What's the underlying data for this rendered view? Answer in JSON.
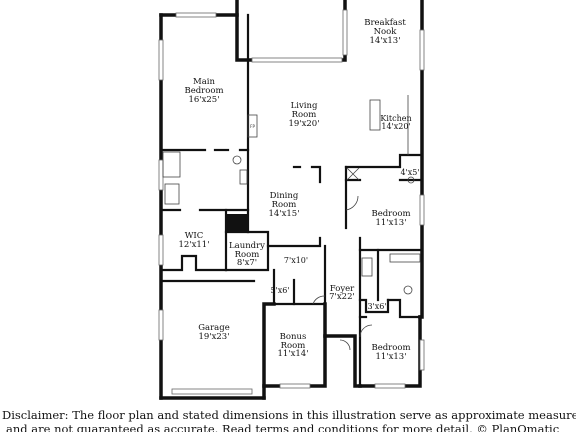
{
  "rooms": {
    "breakfast_nook": {
      "name_1": "Breakfast",
      "name_2": "Nook",
      "dim": "14'x13'"
    },
    "main_bedroom": {
      "name_1": "Main",
      "name_2": "Bedroom",
      "dim": "16'x25'"
    },
    "living_room": {
      "name_1": "Living",
      "name_2": "Room",
      "dim": "19'x20'"
    },
    "kitchen": {
      "name": "Kitchen",
      "dim": "14'x20'"
    },
    "dining_room": {
      "name_1": "Dining",
      "name_2": "Room",
      "dim": "14'x15'"
    },
    "closet_4x5": {
      "dim": "4'x5'"
    },
    "bedroom_2": {
      "name": "Bedroom",
      "dim": "11'x13'"
    },
    "wic": {
      "name": "WIC",
      "dim": "12'x11'"
    },
    "laundry_room": {
      "name_1": "Laundry",
      "name_2": "Room",
      "dim": "8'x7'"
    },
    "hall_7x10": {
      "dim": "7'x10'"
    },
    "closet_5x6": {
      "dim": "5'x6'"
    },
    "foyer": {
      "name": "Foyer",
      "dim": "7'x22'"
    },
    "closet_3x6": {
      "dim": "3'x6'"
    },
    "garage": {
      "name": "Garage",
      "dim": "19'x23'"
    },
    "bonus_room": {
      "name_1": "Bonus",
      "name_2": "Room",
      "dim": "11'x14'"
    },
    "bedroom_3": {
      "name": "Bedroom",
      "dim": "11'x13'"
    }
  },
  "fixtures": {
    "fireplace": "FP"
  },
  "disclaimer": {
    "line_1": "Disclaimer: The floor plan and stated dimensions in this illustration serve as approximate measurements",
    "line_2": "and are not guaranteed as accurate. Read terms and conditions for more detail. © PlanOmatic"
  }
}
